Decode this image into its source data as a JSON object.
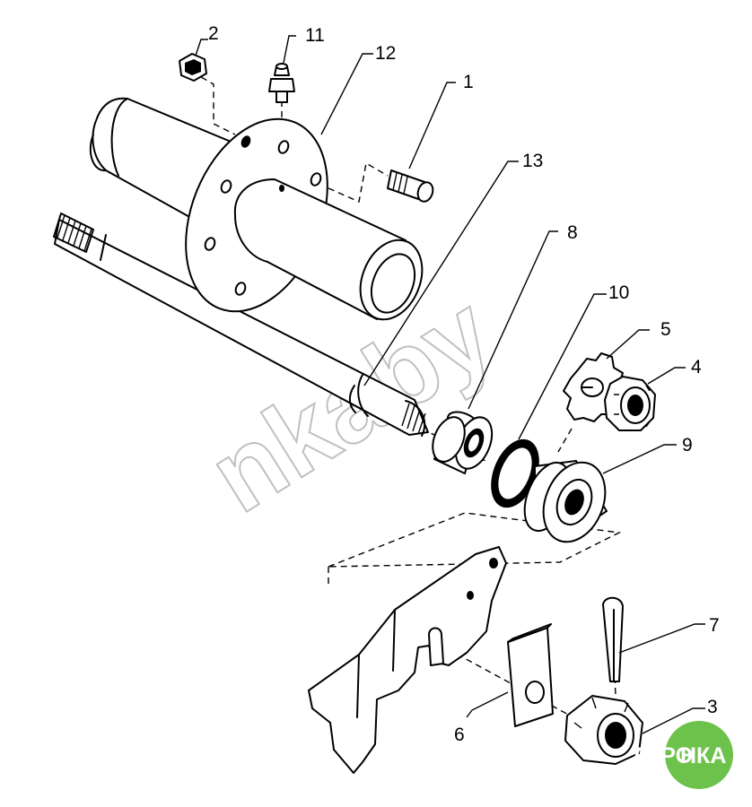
{
  "watermark": {
    "text": "nkaby"
  },
  "logo": {
    "left_text": "АГРО",
    "right_text": "НКА",
    "circle_color": "#6cc24a"
  },
  "callouts": [
    {
      "id": "1",
      "label": "1"
    },
    {
      "id": "2",
      "label": "2"
    },
    {
      "id": "3",
      "label": "3"
    },
    {
      "id": "4",
      "label": "4"
    },
    {
      "id": "5",
      "label": "5"
    },
    {
      "id": "6",
      "label": "6"
    },
    {
      "id": "7",
      "label": "7"
    },
    {
      "id": "8",
      "label": "8"
    },
    {
      "id": "9",
      "label": "9"
    },
    {
      "id": "10",
      "label": "10"
    },
    {
      "id": "11",
      "label": "11"
    },
    {
      "id": "12",
      "label": "12"
    },
    {
      "id": "13",
      "label": "13"
    }
  ]
}
